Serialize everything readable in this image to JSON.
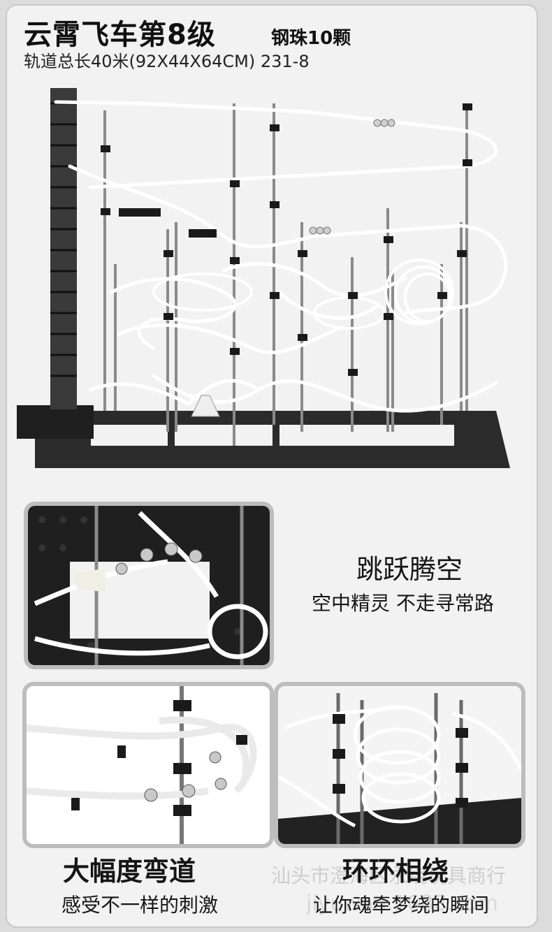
{
  "header": {
    "title": "云霄飞车第8级",
    "balls": "钢珠10颗",
    "spec": "轨道总长40米(92X44X64CM) 231-8"
  },
  "features": [
    {
      "heading": "跳跃腾空",
      "sub": "空中精灵 不走寻常路"
    },
    {
      "heading": "大幅度弯道",
      "sub": "感受不一样的刺激"
    },
    {
      "heading": "环环相绕",
      "sub": "让你魂牵梦绕的瞬间"
    }
  ],
  "watermark": {
    "line1": "汕头市澄海区永绕玩具商行",
    "line2": "jiyuwan.1688.com"
  },
  "colors": {
    "base": "#2a2a2a",
    "track": "#ffffff",
    "pole": "#8a8a8a",
    "background": "#f2f2f2"
  }
}
